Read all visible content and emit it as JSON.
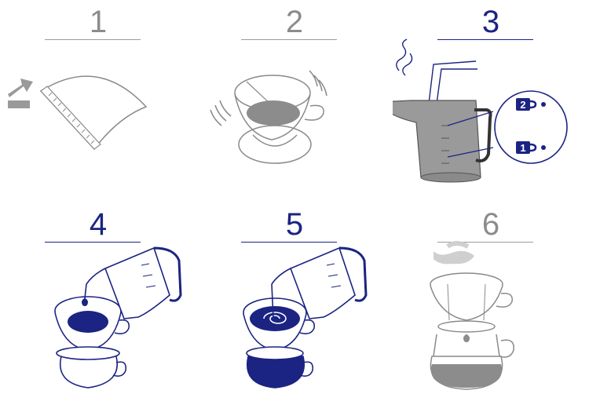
{
  "steps": [
    {
      "number": "1",
      "theme": "gray"
    },
    {
      "number": "2",
      "theme": "gray"
    },
    {
      "number": "3",
      "theme": "blue"
    },
    {
      "number": "4",
      "theme": "blue"
    },
    {
      "number": "5",
      "theme": "blue"
    },
    {
      "number": "6",
      "theme": "gray"
    }
  ],
  "kettle_callout": {
    "top_badge": "2",
    "bottom_badge": "1"
  },
  "colors": {
    "navy": "#1b2482",
    "gray_stroke": "#8a8a8a",
    "coffee_gray": "#8c8c8c",
    "water_gray": "#cfcfcf"
  }
}
